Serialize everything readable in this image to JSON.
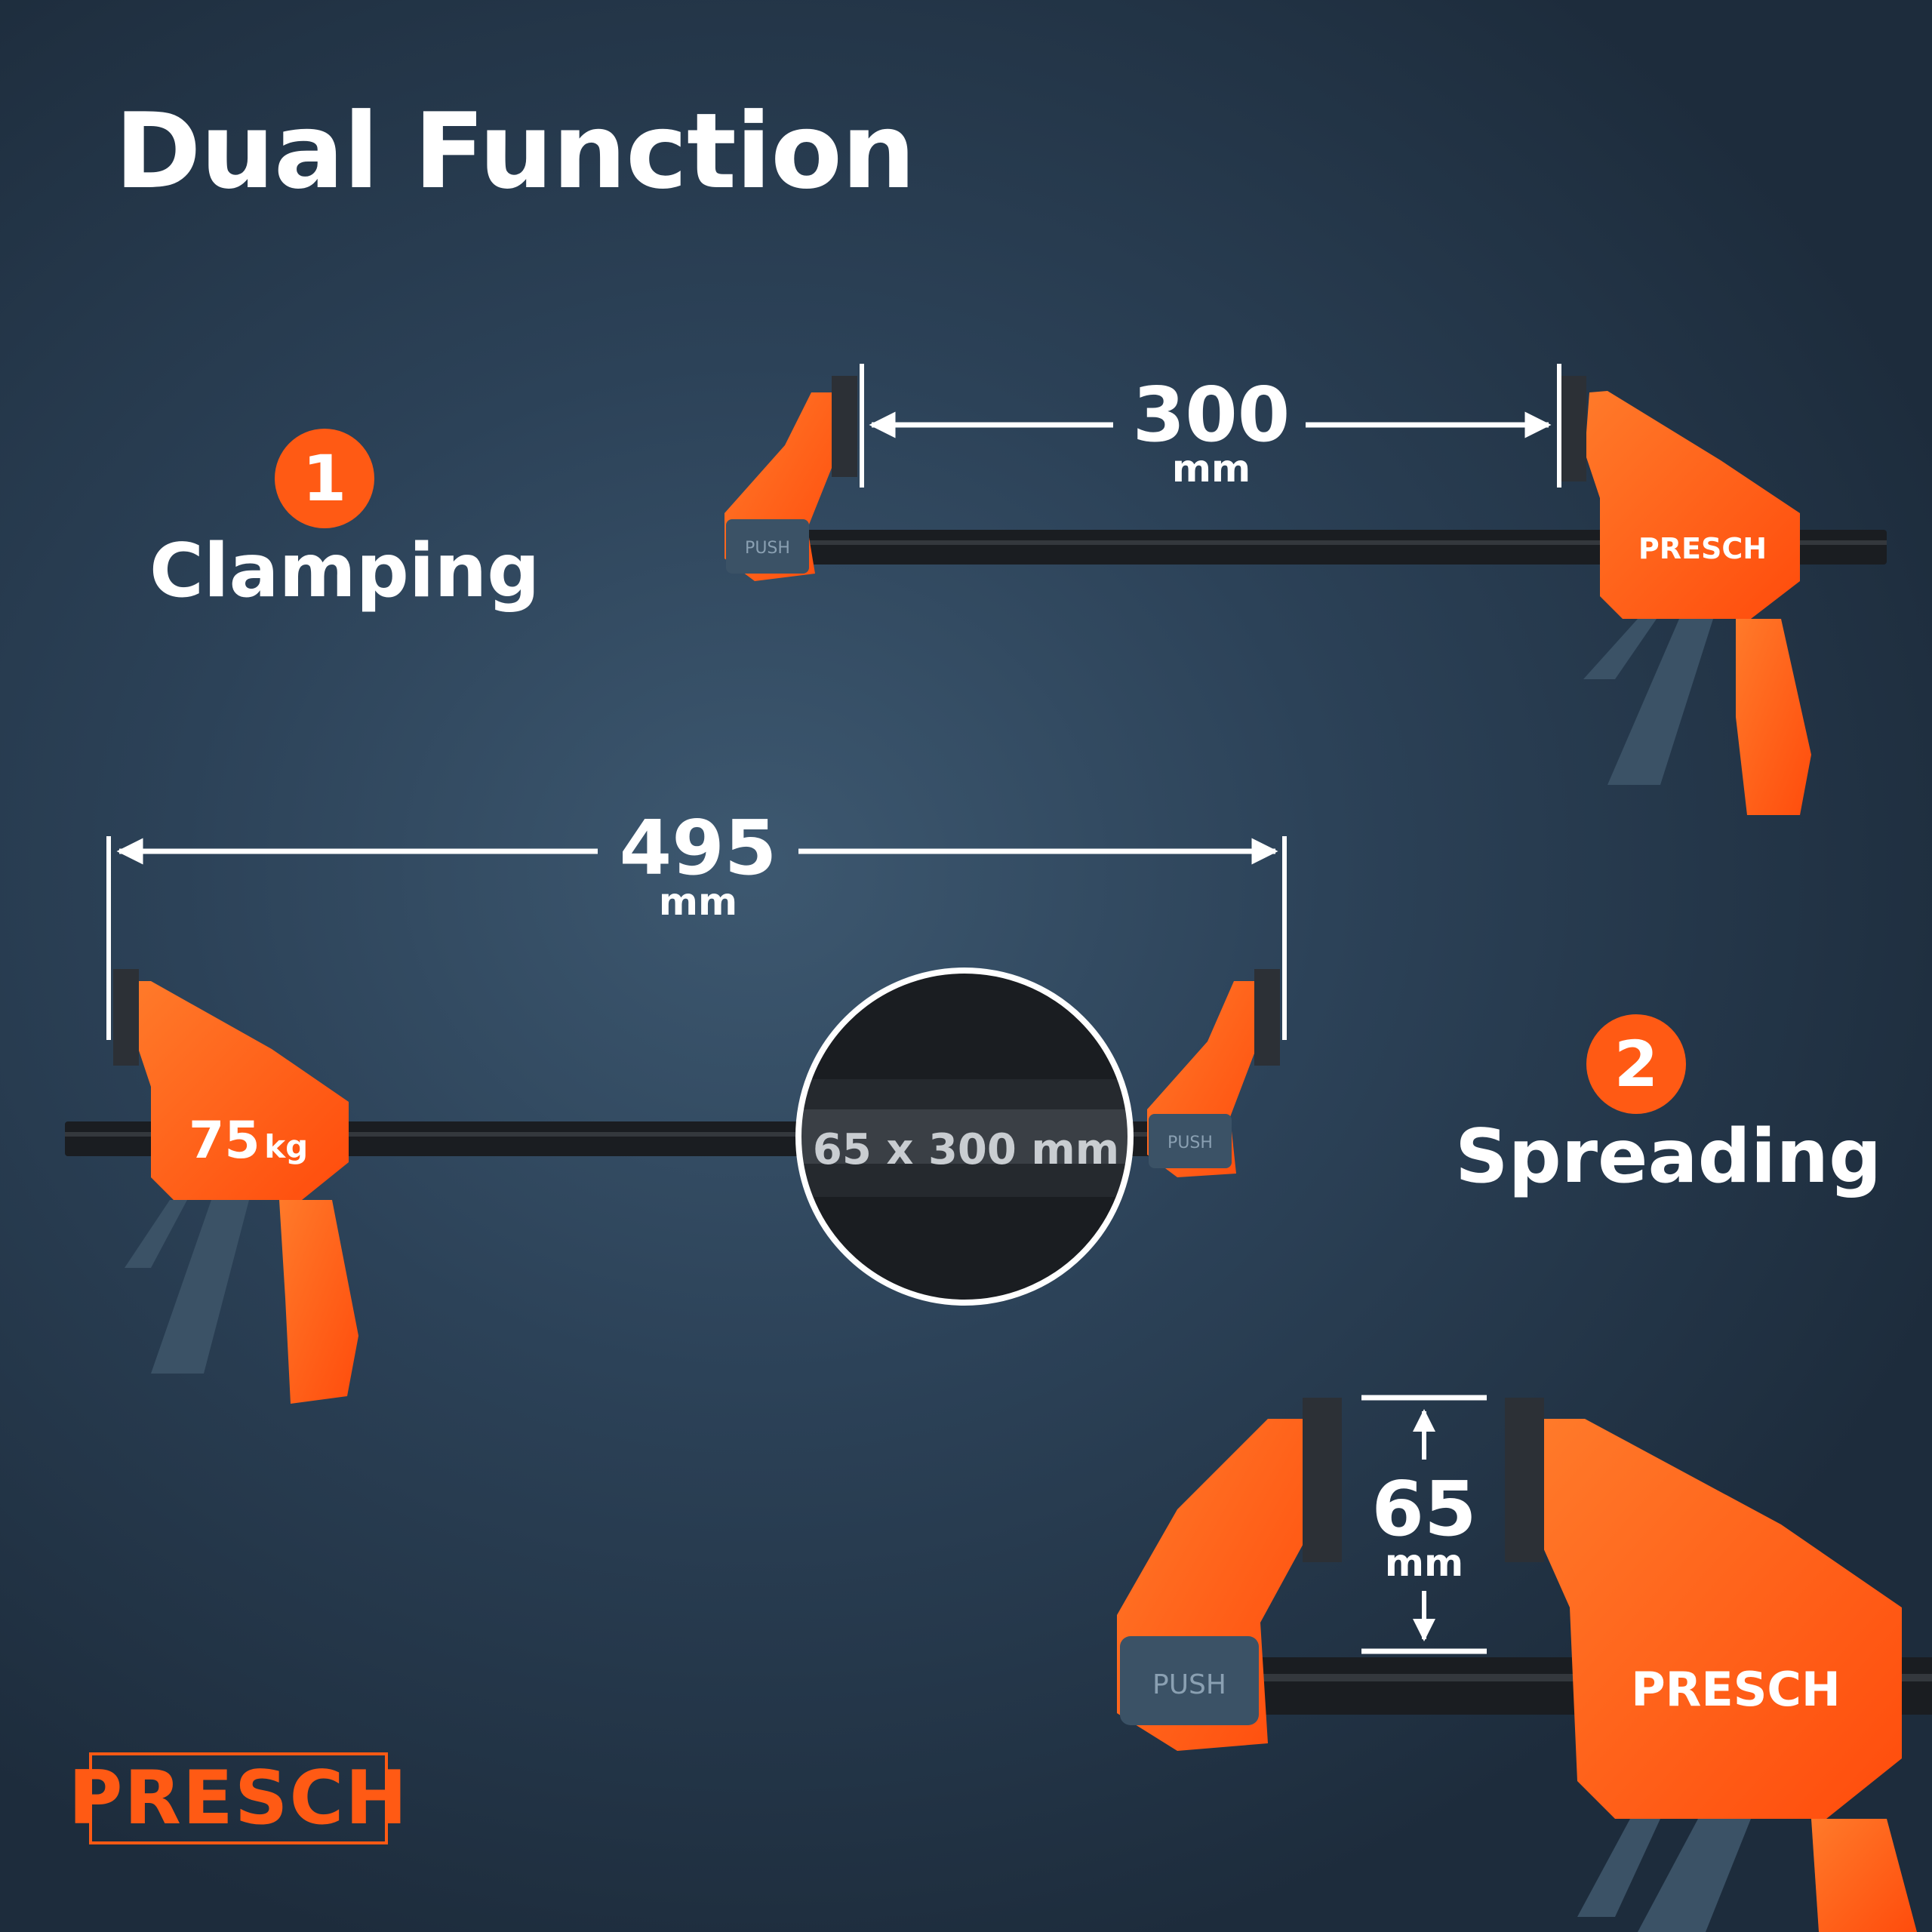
{
  "title": "Dual Function",
  "modes": [
    {
      "number": "1",
      "label": "Clamping"
    },
    {
      "number": "2",
      "label": "Spreading"
    }
  ],
  "dimensions": {
    "clamping_width": {
      "value": "300",
      "unit": "mm"
    },
    "spreading_width": {
      "value": "495",
      "unit": "mm"
    },
    "jaw_depth": {
      "value": "65",
      "unit": "mm"
    }
  },
  "zoom_label": "65 x 300 mm",
  "load_rating": {
    "value": "75",
    "unit": "kg"
  },
  "brand": "PRESCH",
  "push_label": "PUSH",
  "colors": {
    "accent": "#ff5a14",
    "clamp_orange": "#ff5a14",
    "grip_slate": "#3b5266",
    "bar": "#1a1d21"
  }
}
